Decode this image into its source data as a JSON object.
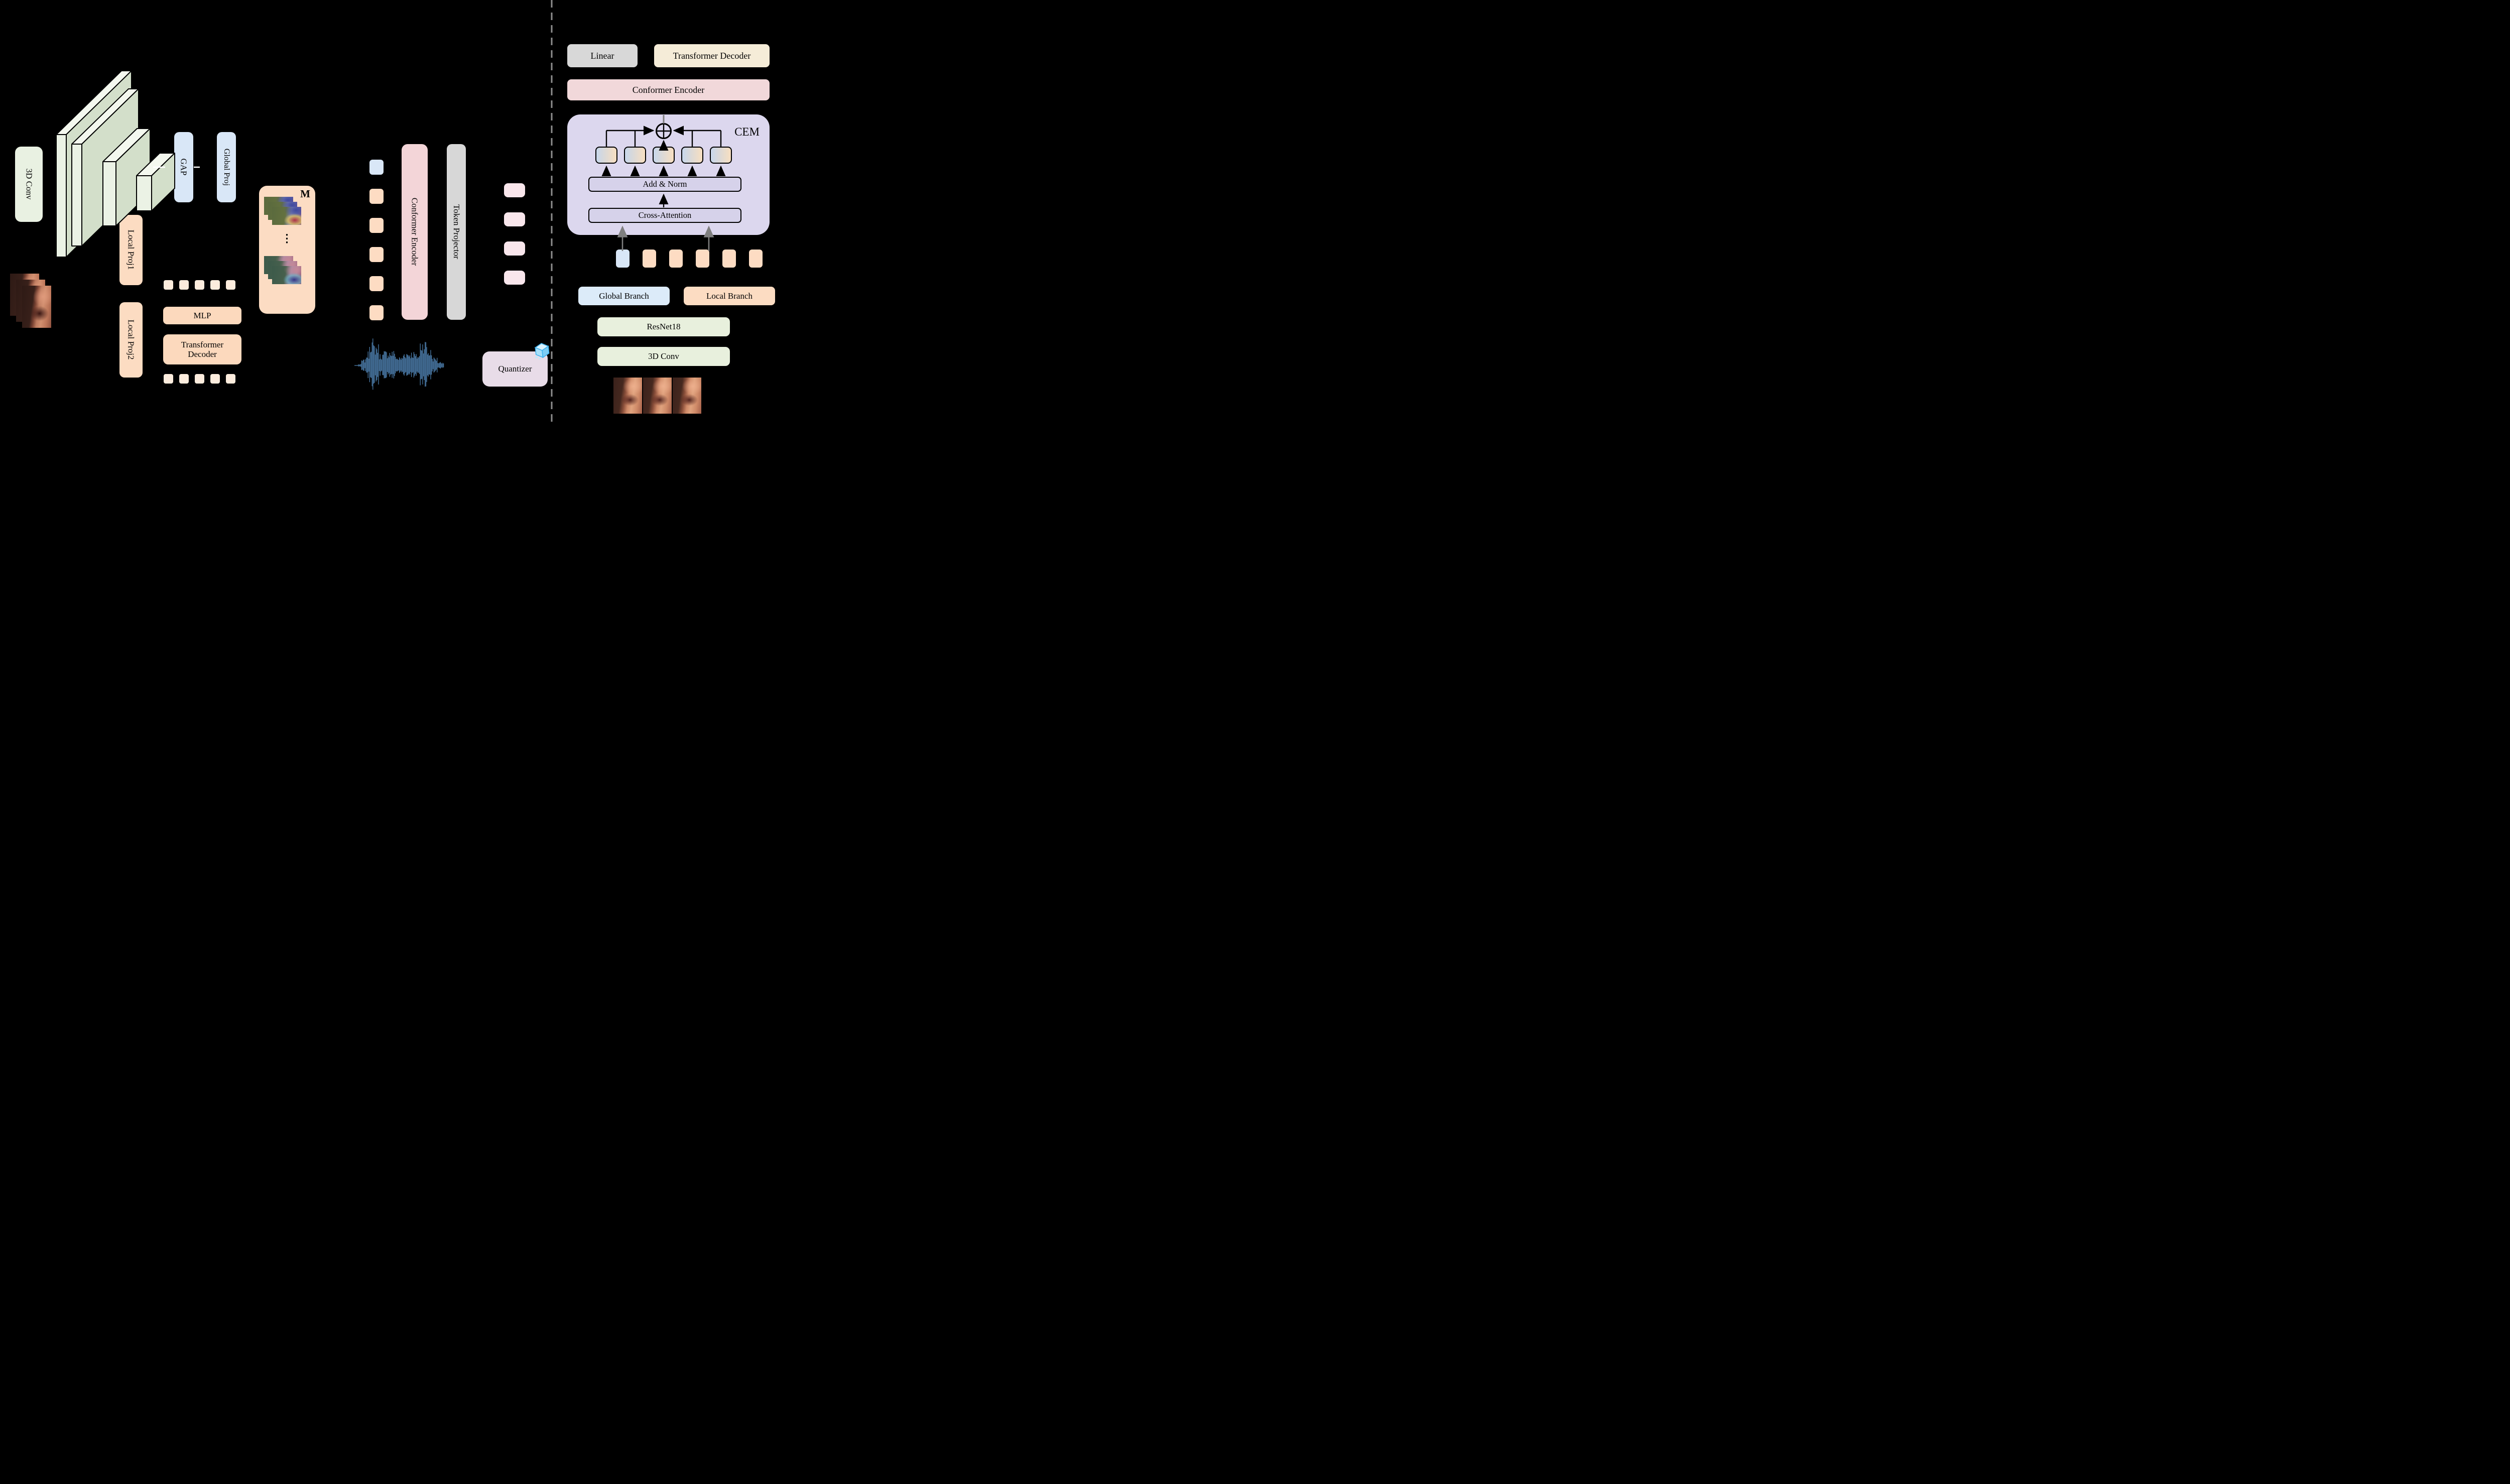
{
  "labels": {
    "conv3d_left": "3D Conv",
    "gap": "GAP",
    "global_proj": "Global Proj",
    "local_proj1": "Local Proj1",
    "local_proj2": "Local Proj2",
    "mlp": "MLP",
    "transformer_decoder_left": "Transformer Decoder",
    "memory_bank": "M",
    "memory_dots": "⋮",
    "conformer_encoder_left": "Conformer Encoder",
    "token_projector": "Token Projector",
    "quantizer": "Quantizer",
    "linear": "Linear",
    "transformer_decoder_right": "Transformer Decoder",
    "conformer_encoder_right": "Conformer Encoder",
    "cem": "CEM",
    "add_norm": "Add & Norm",
    "cross_attention": "Cross-Attention",
    "global_branch": "Global Branch",
    "local_branch": "Local Branch",
    "resnet18": "ResNet18",
    "conv3d_right": "3D Conv"
  },
  "lists": {
    "masked_tokens_top": [
      "tok",
      "tok",
      "tok",
      "tok",
      "tok"
    ],
    "masked_tokens_bottom": [
      "tok",
      "tok",
      "tok",
      "tok",
      "tok"
    ],
    "frame_token_column": [
      "global",
      "local",
      "local",
      "local",
      "local",
      "local"
    ],
    "speech_unit_tokens": [
      "unit",
      "unit",
      "unit",
      "unit"
    ],
    "cem_feature_boxes": [
      "grad",
      "grad",
      "grad",
      "grad",
      "grad"
    ],
    "fused_token_row": [
      "global",
      "local",
      "local",
      "local",
      "local",
      "local"
    ],
    "memory_frames_top": [
      "hm-a",
      "hm-a",
      "hm-a"
    ],
    "memory_frames_bottom": [
      "hm-b",
      "hm-b",
      "hm-b"
    ],
    "lip_frames_left": [
      "lip",
      "lip",
      "lip"
    ],
    "lip_frames_right": [
      "lip2",
      "lip2",
      "lip2"
    ]
  },
  "colors": {
    "background": "#000000",
    "green_block": "#e9f1e2",
    "green_slab_front": "#ebf2e5",
    "green_slab_top": "#f4f8ef",
    "green_slab_side": "#d3dfca",
    "blue_block": "#d9e7f7",
    "peach_block": "#fcdcc2",
    "peach_token": "#fcecdd",
    "pink_block": "#f3d5d8",
    "gray_block": "#d7d7d7",
    "cream_block": "#f5ecd8",
    "mauve_block": "#e8dce8",
    "lavender_block": "#dcd7ee",
    "lavender_bar": "#d6d2ea",
    "pink_token": "#f9e6ec",
    "waveform": "#4d7fae",
    "divider": "#8f8f8f",
    "arrow_black": "#000000",
    "arrow_gray": "#7f7f7f"
  }
}
